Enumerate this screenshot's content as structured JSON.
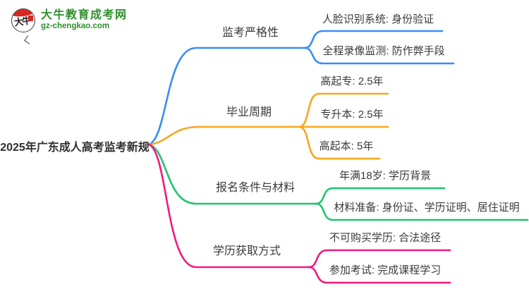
{
  "logo": {
    "mark_text": "大牛",
    "title": "大牛教育成考网",
    "url": "gz-chengkao.com",
    "title_color": "#2f8f2f",
    "mark_red": "#d8251e"
  },
  "root": {
    "label": "2025年广东成人高考监考新规"
  },
  "branches": [
    {
      "label": "监考严格性",
      "color": "#3a8cf4",
      "children": [
        "人脸识别系统: 身份验证",
        "全程录像监测: 防作弊手段"
      ]
    },
    {
      "label": "毕业周期",
      "color": "#f6a71f",
      "children": [
        "高起专: 2.5年",
        "专升本: 2.5年",
        "高起本: 5年"
      ]
    },
    {
      "label": "报名条件与材料",
      "color": "#21c36f",
      "children": [
        "年满18岁: 学历背景",
        "材料准备: 身份证、学历证明、居住证明"
      ]
    },
    {
      "label": "学历获取方式",
      "color": "#f2197d",
      "children": [
        "不可购买学历: 合法途径",
        "参加考试: 完成课程学习"
      ]
    }
  ],
  "text_color": "#3a3a3a",
  "background": "#ffffff"
}
